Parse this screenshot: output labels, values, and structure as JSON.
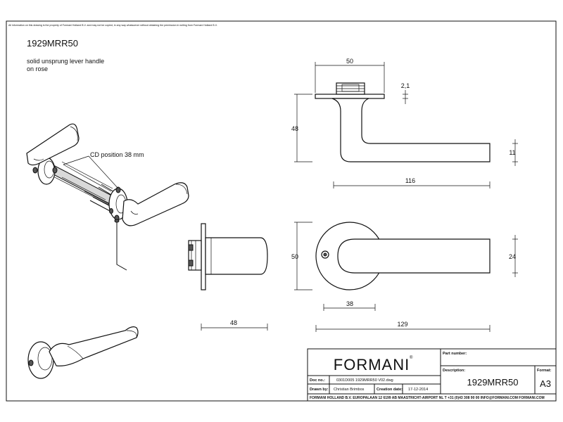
{
  "disclaimer": "All information on this drawing is the property of Formani Holland B.V. and may not be copied, in any way whatsoever without obtaining the permission in writing from Formani Holland B.V.",
  "product": {
    "code": "1929MRR50",
    "description_line1": "solid unsprung lever handle",
    "description_line2": "on rose"
  },
  "callout": "CD position 38 mm",
  "dimensions": {
    "top_rose_width": "50",
    "rose_thickness": "2,1",
    "height": "48",
    "lever_thickness": "11",
    "lever_length": "116",
    "side_rose_height": "50",
    "side_depth": "48",
    "front_lever_height": "24",
    "front_offset": "38",
    "front_length": "129"
  },
  "title_block": {
    "brand": "FORMANI",
    "brand_mark": "®",
    "part_number_label": "Part number:",
    "part_number_value": "",
    "description_label": "Description:",
    "description_value": "1929MRR50",
    "format_label": "Format:",
    "format_value": "A3",
    "doc_no_label": "Doc no.:",
    "doc_no_value": "0301D005 1929MRR50 V02.dwg",
    "drawn_by_label": "Drawn by:",
    "drawn_by_value": "Christian Brimbos",
    "creation_date_label": "Creation date:",
    "creation_date_value": "17-12-2014",
    "address": "FORMANI HOLLAND B.V.  EUROPALAAN 12  6199 AB MAASTRICHT-AIRPORT NL  T +31 (0)43 308 90 00  INFO@FORMANI.COM  FORMANI.COM"
  }
}
